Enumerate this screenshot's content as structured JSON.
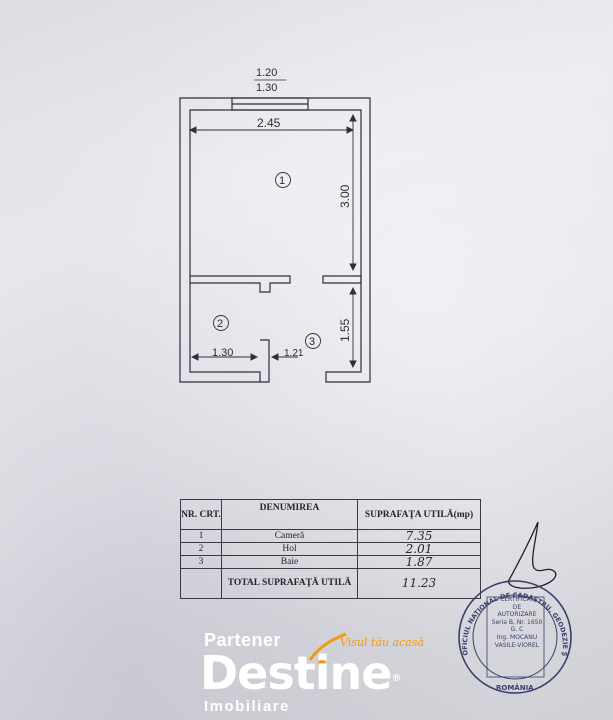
{
  "plan": {
    "window_top": "1.20",
    "window_bottom": "1.30",
    "dim_width_room1": "2.45",
    "dim_height_room1": "3.00",
    "dim_height_bath": "1.55",
    "dim_width_hol": "1.30",
    "dim_width_bath": "1.21",
    "room_labels": [
      "1",
      "2",
      "3"
    ]
  },
  "table": {
    "headers": {
      "nr": "NR. CRT.",
      "denumirea": "DENUMIREA",
      "suprafata": "SUPRAFAŢA UTILĂ(mp)"
    },
    "rows": [
      {
        "nr": "1",
        "name": "Cameră",
        "area": "7.35"
      },
      {
        "nr": "2",
        "name": "Hol",
        "area": "2.01"
      },
      {
        "nr": "3",
        "name": "Baie",
        "area": "1.87"
      }
    ],
    "total_label": "TOTAL SUPRAFAŢĂ UTILĂ",
    "total_value": "11.23"
  },
  "stamp": {
    "ring_text": "OFICIUL NAŢIONAL DE CADASTRU, GEODEZIE ŞI CARTOGRAFIE",
    "country": "ROMÂNIA",
    "line1": "CERTIFICAT",
    "line2": "DE",
    "line3": "AUTORIZARE",
    "line4": "Seria B, Nr. 1650",
    "line5": "G. C",
    "line6": "Ing. MOCANU",
    "line7": "VASILE-VIOREL"
  },
  "logo": {
    "partener": "Partener",
    "brand": "Destine",
    "registered": "®",
    "subtitle": "Imobiliare",
    "slogan": "Visul tău acasă",
    "accent_color": "#f29a12"
  }
}
